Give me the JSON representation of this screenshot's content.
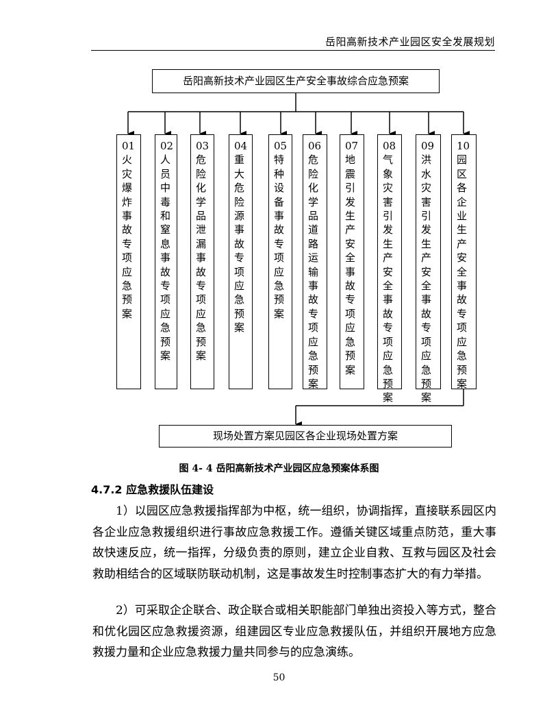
{
  "header": {
    "title": "岳阳高新技术产业园区安全发展规划"
  },
  "diagram": {
    "top_box": "岳阳高新技术产业园区生产安全事故综合应急预案",
    "plans": [
      {
        "code": "01",
        "name": "火灾爆炸事故专项应急预案"
      },
      {
        "code": "02",
        "name": "人员中毒和窒息事故专项应急预案"
      },
      {
        "code": "03",
        "name": "危险化学品泄漏事故专项应急预案"
      },
      {
        "code": "04",
        "name": "重大危险源事故专项应急预案"
      },
      {
        "code": "05",
        "name": "特种设备事故专项应急预案"
      },
      {
        "code": "06",
        "name": "危险化学品道路运输事故专项应急预案"
      },
      {
        "code": "07",
        "name": "地震引发生产安全事故专项应急预案"
      },
      {
        "code": "08",
        "name": "气象灾害引发生产安全事故专项应急预案"
      },
      {
        "code": "09",
        "name": "洪水灾害引发生产安全事故专项应急预案"
      },
      {
        "code": "10",
        "name": "园区各企业生产安全事故专项应急预案"
      }
    ],
    "bottom_box": "现场处置方案见园区各企业现场处置方案",
    "caption": "图 4- 4 岳阳高新技术产业园区应急预案体系图"
  },
  "section": {
    "heading": "4.7.2 应急救援队伍建设",
    "paragraphs": [
      "1）以园区应急救援指挥部为中枢，统一组织，协调指挥，直接联系园区内各企业应急救援组织进行事故应急救援工作。遵循关键区域重点防范，重大事故快速反应，统一指挥，分级负责的原则，建立企业自救、互救与园区及社会救助相结合的区域联防联动机制，这是事故发生时控制事态扩大的有力举措。",
      "2）可采取企企联合、政企联合或相关职能部门单独出资投入等方式，整合和优化园区应急救援资源，组建园区专业应急救援队伍，并组织开展地方应急救援力量和企业应急救援力量共同参与的应急演练。"
    ]
  },
  "page_number": "50"
}
